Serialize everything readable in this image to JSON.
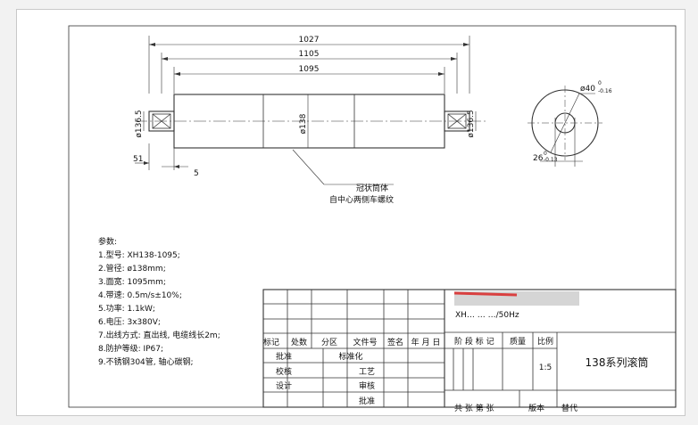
{
  "drawing": {
    "dims": {
      "overall": "1027",
      "mid": "1105",
      "inner": "1095",
      "dia_left": "ø136.5",
      "dia_center": "ø138",
      "dia_right": "ø136.5",
      "offset": "51",
      "small": "5"
    },
    "leader_line1": "冠状筒体",
    "leader_line2": "自中心两侧车螺纹",
    "section": {
      "outer": "ø40",
      "outer_tol_top": "0",
      "outer_tol_bottom": "-0.16",
      "width": "26",
      "width_tol_top": "0",
      "width_tol_bottom": "-0.13"
    }
  },
  "params": {
    "title": "参数:",
    "items": [
      "1.型号: XH138-1095;",
      "2.管径: ø138mm;",
      "3.面宽: 1095mm;",
      "4.带速: 0.5m/s±10%;",
      "5.功率: 1.1kW;",
      "6.电压: 3x380V;",
      "7.出线方式: 直出线, 电缆线长2m;",
      "8.防护等级: IP67;",
      "9.不锈钢304管, 轴心碳钢;"
    ]
  },
  "title_block": {
    "drawing_number_visible": "XH…  …  …/50Hz",
    "drawing_title": "138系列滚筒",
    "labels": {
      "mark": "标记",
      "count": "处数",
      "zone": "分区",
      "doc_no": "文件号",
      "sign": "签名",
      "date": "年 月 日",
      "approve": "批准",
      "check": "校核",
      "design": "设计",
      "standardize": "标准化",
      "process": "工艺",
      "review": "审核",
      "approve2": "批准",
      "stage_mark": "阶 段 标 记",
      "weight": "质量",
      "scale": "比例",
      "sheets": "共  张  第  张",
      "version": "版本",
      "replace": "替代"
    },
    "scale_value": "1:5"
  },
  "colors": {
    "line": "#333333",
    "redaction": "#d0d0d0",
    "accent_red": "#d94040"
  }
}
